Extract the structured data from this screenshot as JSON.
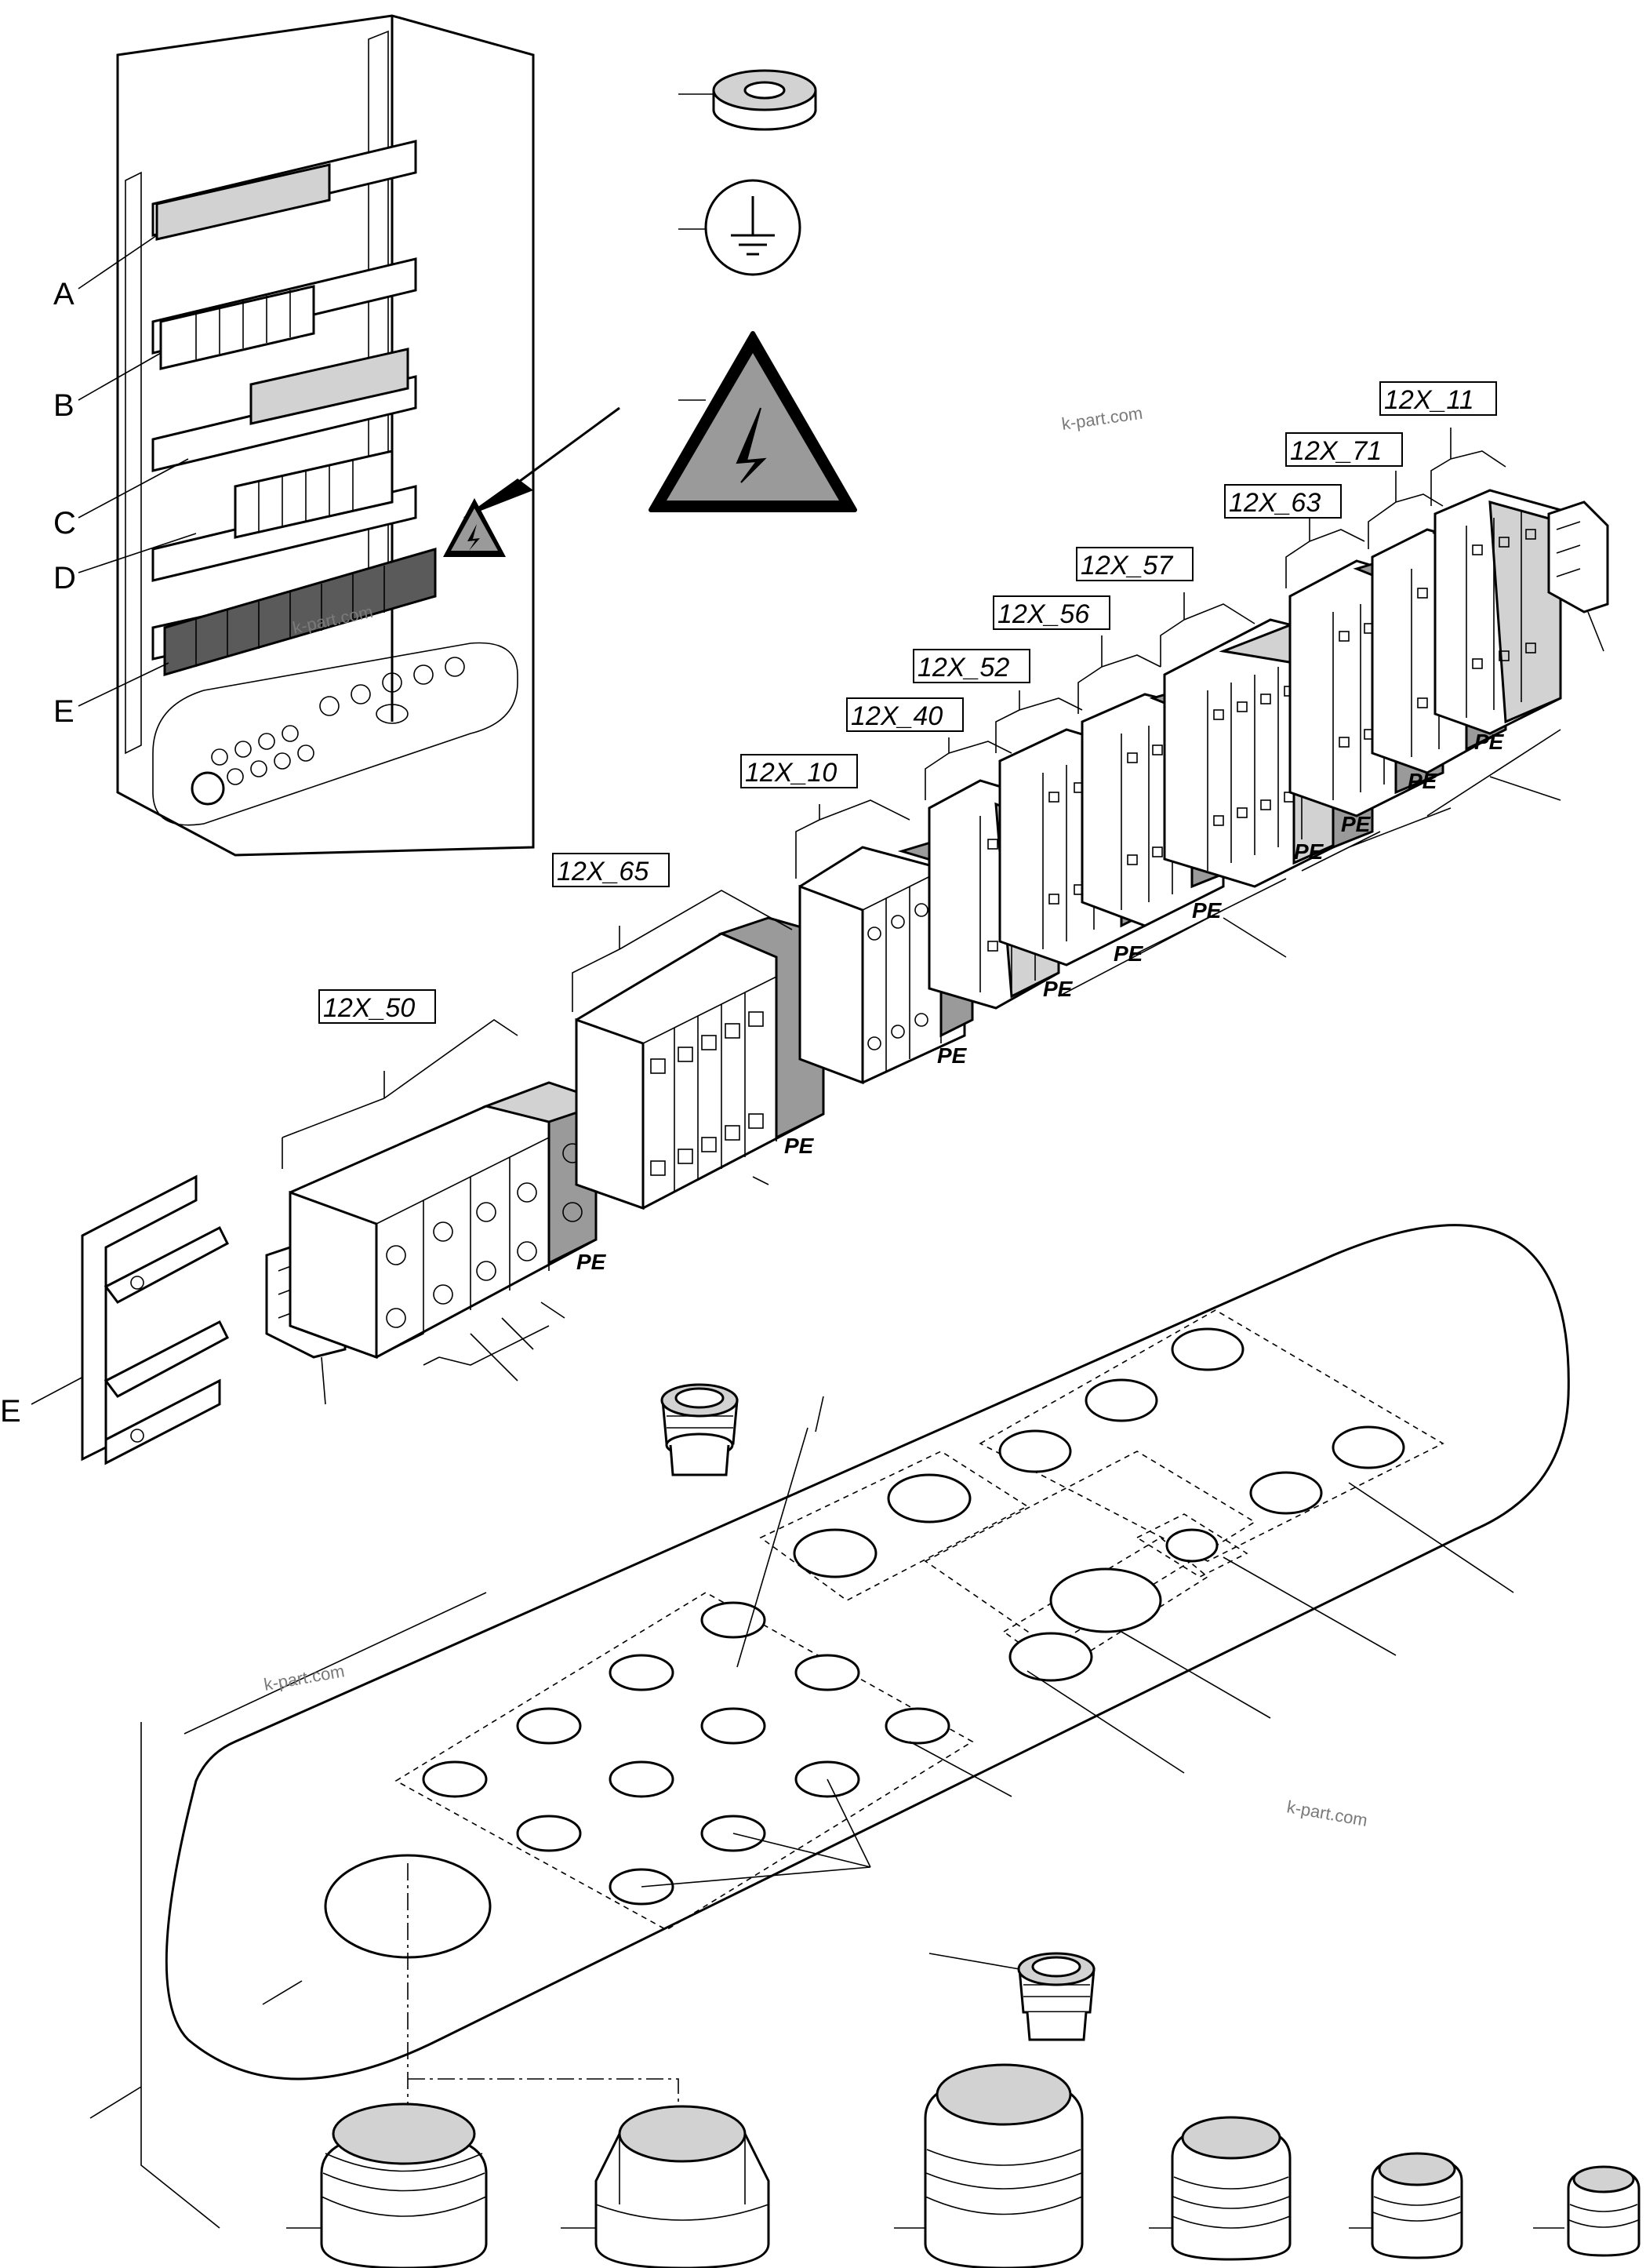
{
  "callout_letters": [
    "A",
    "B",
    "C",
    "D",
    "E"
  ],
  "rail_callout": "E",
  "terminal_tags": [
    "12X_50",
    "12X_65",
    "12X_10",
    "12X_40",
    "12X_52",
    "12X_56",
    "12X_57",
    "12X_63",
    "12X_71",
    "12X_11"
  ],
  "pe_label": "PE",
  "watermark": "k-part.com",
  "icons": [
    "insulating-tape-roll-icon",
    "earth-ground-symbol-icon",
    "high-voltage-warning-triangle-icon",
    "small-high-voltage-warning-icon"
  ],
  "colors": {
    "line": "#000000",
    "dark_fill": "#5a5a5a",
    "mid_fill": "#9a9a9a",
    "light_fill": "#d2d2d2",
    "warning_fill": "#9a9a9a"
  }
}
